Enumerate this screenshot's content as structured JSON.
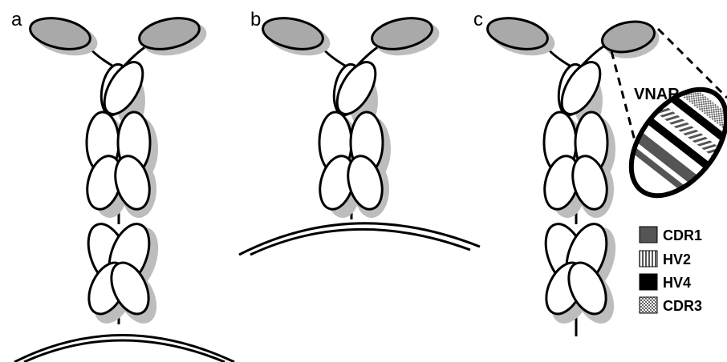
{
  "panels": [
    {
      "label": "a"
    },
    {
      "label": "b"
    },
    {
      "label": "c"
    }
  ],
  "vnar_label": "VNAR",
  "legend": [
    {
      "label": "CDR1",
      "pattern": "solid-gray"
    },
    {
      "label": "HV2",
      "pattern": "vertical-stripes"
    },
    {
      "label": "HV4",
      "pattern": "solid-black"
    },
    {
      "label": "CDR3",
      "pattern": "checker"
    }
  ],
  "colors": {
    "variable_domain": "#a9a9a9",
    "shadow": "#bdbdbd",
    "outline": "#000000",
    "cdr1": "#555555",
    "hv4": "#000000"
  }
}
